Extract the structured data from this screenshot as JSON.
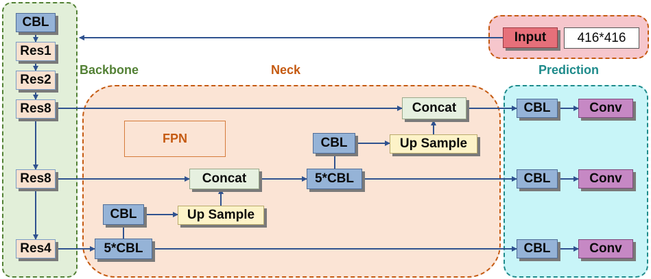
{
  "regions": {
    "backbone": "Backbone",
    "neck": "Neck",
    "prediction": "Prediction",
    "fpn": "FPN"
  },
  "input": {
    "label": "Input",
    "size": "416*416"
  },
  "backbone_blocks": [
    "CBL",
    "Res1",
    "Res2",
    "Res8",
    "Res8",
    "Res4"
  ],
  "neck_blocks": {
    "top": {
      "concat": "Concat",
      "cbl": "CBL",
      "upsample": "Up Sample"
    },
    "mid": {
      "concat": "Concat",
      "cbl5": "5*CBL"
    },
    "low": {
      "cbl": "CBL",
      "upsample": "Up Sample"
    },
    "bottom": {
      "cbl5": "5*CBL"
    }
  },
  "heads": [
    {
      "cbl": "CBL",
      "conv": "Conv"
    },
    {
      "cbl": "CBL",
      "conv": "Conv"
    },
    {
      "cbl": "CBL",
      "conv": "Conv"
    }
  ],
  "colors": {
    "backbone": "#538135",
    "neck": "#c55a11",
    "prediction": "#1e8b8b",
    "arrow": "#2f528f"
  }
}
